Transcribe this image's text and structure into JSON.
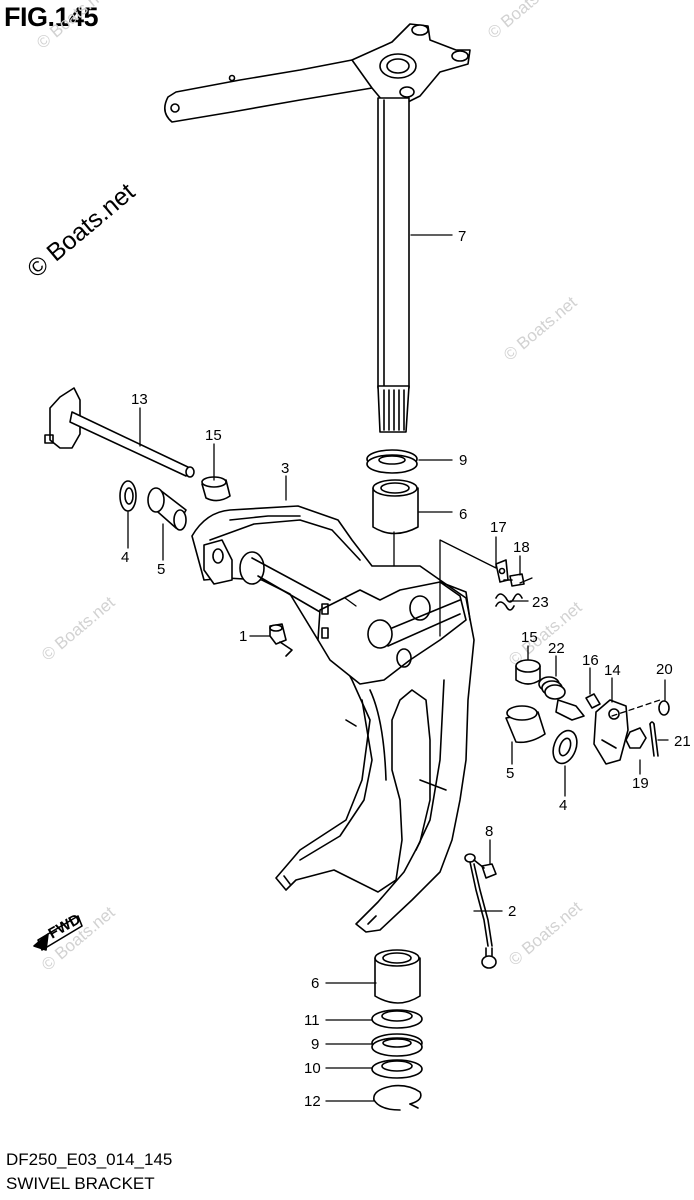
{
  "figure": {
    "title": "FIG.145",
    "model_code": "DF250_E03_014_145",
    "section_name": "SWIVEL BRACKET"
  },
  "watermarks": {
    "main": "© Boats.net",
    "faint": "© Boats.net"
  },
  "direction_badge": "FWD",
  "callouts": [
    "1",
    "2",
    "3",
    "4",
    "4",
    "5",
    "5",
    "6",
    "6",
    "7",
    "8",
    "9",
    "9",
    "10",
    "11",
    "12",
    "13",
    "14",
    "15",
    "15",
    "16",
    "17",
    "18",
    "19",
    "20",
    "21",
    "22",
    "23"
  ]
}
